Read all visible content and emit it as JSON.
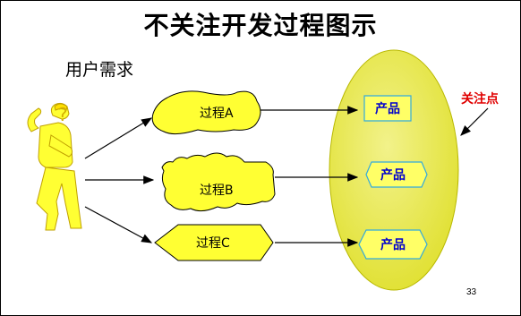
{
  "slide": {
    "title": "不关注开发过程图示",
    "subtitle": "用户需求",
    "focus_label": "关注点",
    "page_number": "33"
  },
  "processes": [
    {
      "label": "过程A",
      "product_label": "产品"
    },
    {
      "label": "过程B",
      "product_label": "产品"
    },
    {
      "label": "过程C",
      "product_label": "产品"
    }
  ],
  "colors": {
    "shape_fill": "#ffff33",
    "egg_fill": "#e8e840",
    "product_text": "#0000cc",
    "focus_text": "#e00000",
    "product_border": "#33aadd"
  },
  "icons": {
    "user": "thinking-person-icon"
  }
}
